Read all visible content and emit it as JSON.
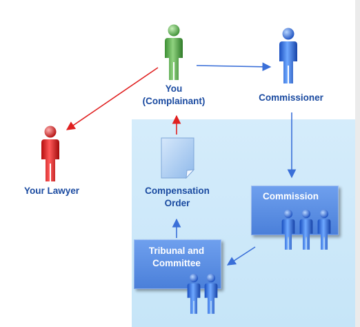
{
  "nodes": {
    "you": {
      "label": "You\n(Complainant)"
    },
    "commissioner": {
      "label": "Commissioner"
    },
    "lawyer": {
      "label": "Your Lawyer"
    },
    "commission": {
      "label": "Commission"
    },
    "tribunal": {
      "label": "Tribunal and\nCommittee"
    },
    "order": {
      "label": "Compensation\nOrder"
    }
  },
  "colors": {
    "text_blue": "#1a4aa0",
    "person_green": "#57b04a",
    "person_blue": "#2a6fe0",
    "person_red": "#e01818",
    "arrow_blue": "#3a6fd8",
    "arrow_red": "#e02020",
    "panel": "#cfe8fa"
  }
}
